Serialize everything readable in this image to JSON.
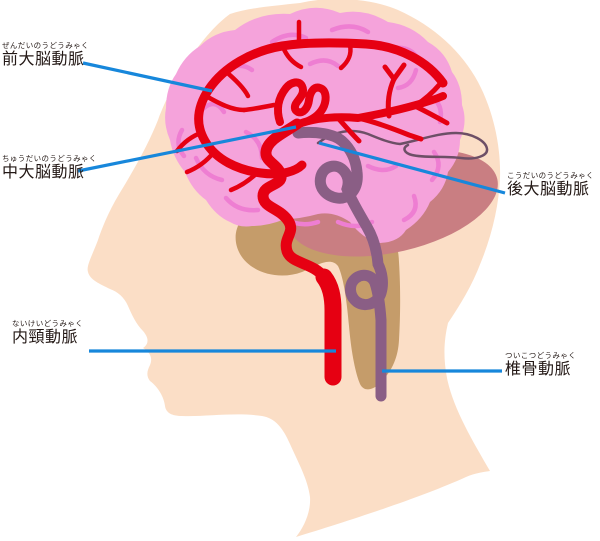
{
  "figure": {
    "type": "medical-anatomy-diagram",
    "subject": "cerebral arteries on a left-facing human head profile"
  },
  "labels": {
    "anterior_cerebral": {
      "furigana": "ぜんだいのうどうみゃく",
      "kanji": "前大脳動脈"
    },
    "middle_cerebral": {
      "furigana": "ちゅうだいのうどうみゃく",
      "kanji": "中大脳動脈"
    },
    "posterior_cerebral": {
      "furigana": "こうだいのうどうみゃく",
      "kanji": "後大脳動脈"
    },
    "internal_carotid": {
      "furigana": "ないけいどうみゃく",
      "kanji": "内頸動脈"
    },
    "vertebral": {
      "furigana": "ついこつどうみゃく",
      "kanji": "椎骨動脈"
    }
  },
  "colors": {
    "background": "#FFFFFF",
    "skin": "#FBDEC6",
    "brain": "#F5A3DB",
    "gyri": "#EE7ED2",
    "cerebellum": "#C97E82",
    "brainstem": "#C59C6A",
    "artery_red": "#E60012",
    "artery_purple": "#8A5E85",
    "artery_thin_purple": "#6D4F66",
    "leader_line_blue": "#1787DB",
    "text": "#231815"
  }
}
